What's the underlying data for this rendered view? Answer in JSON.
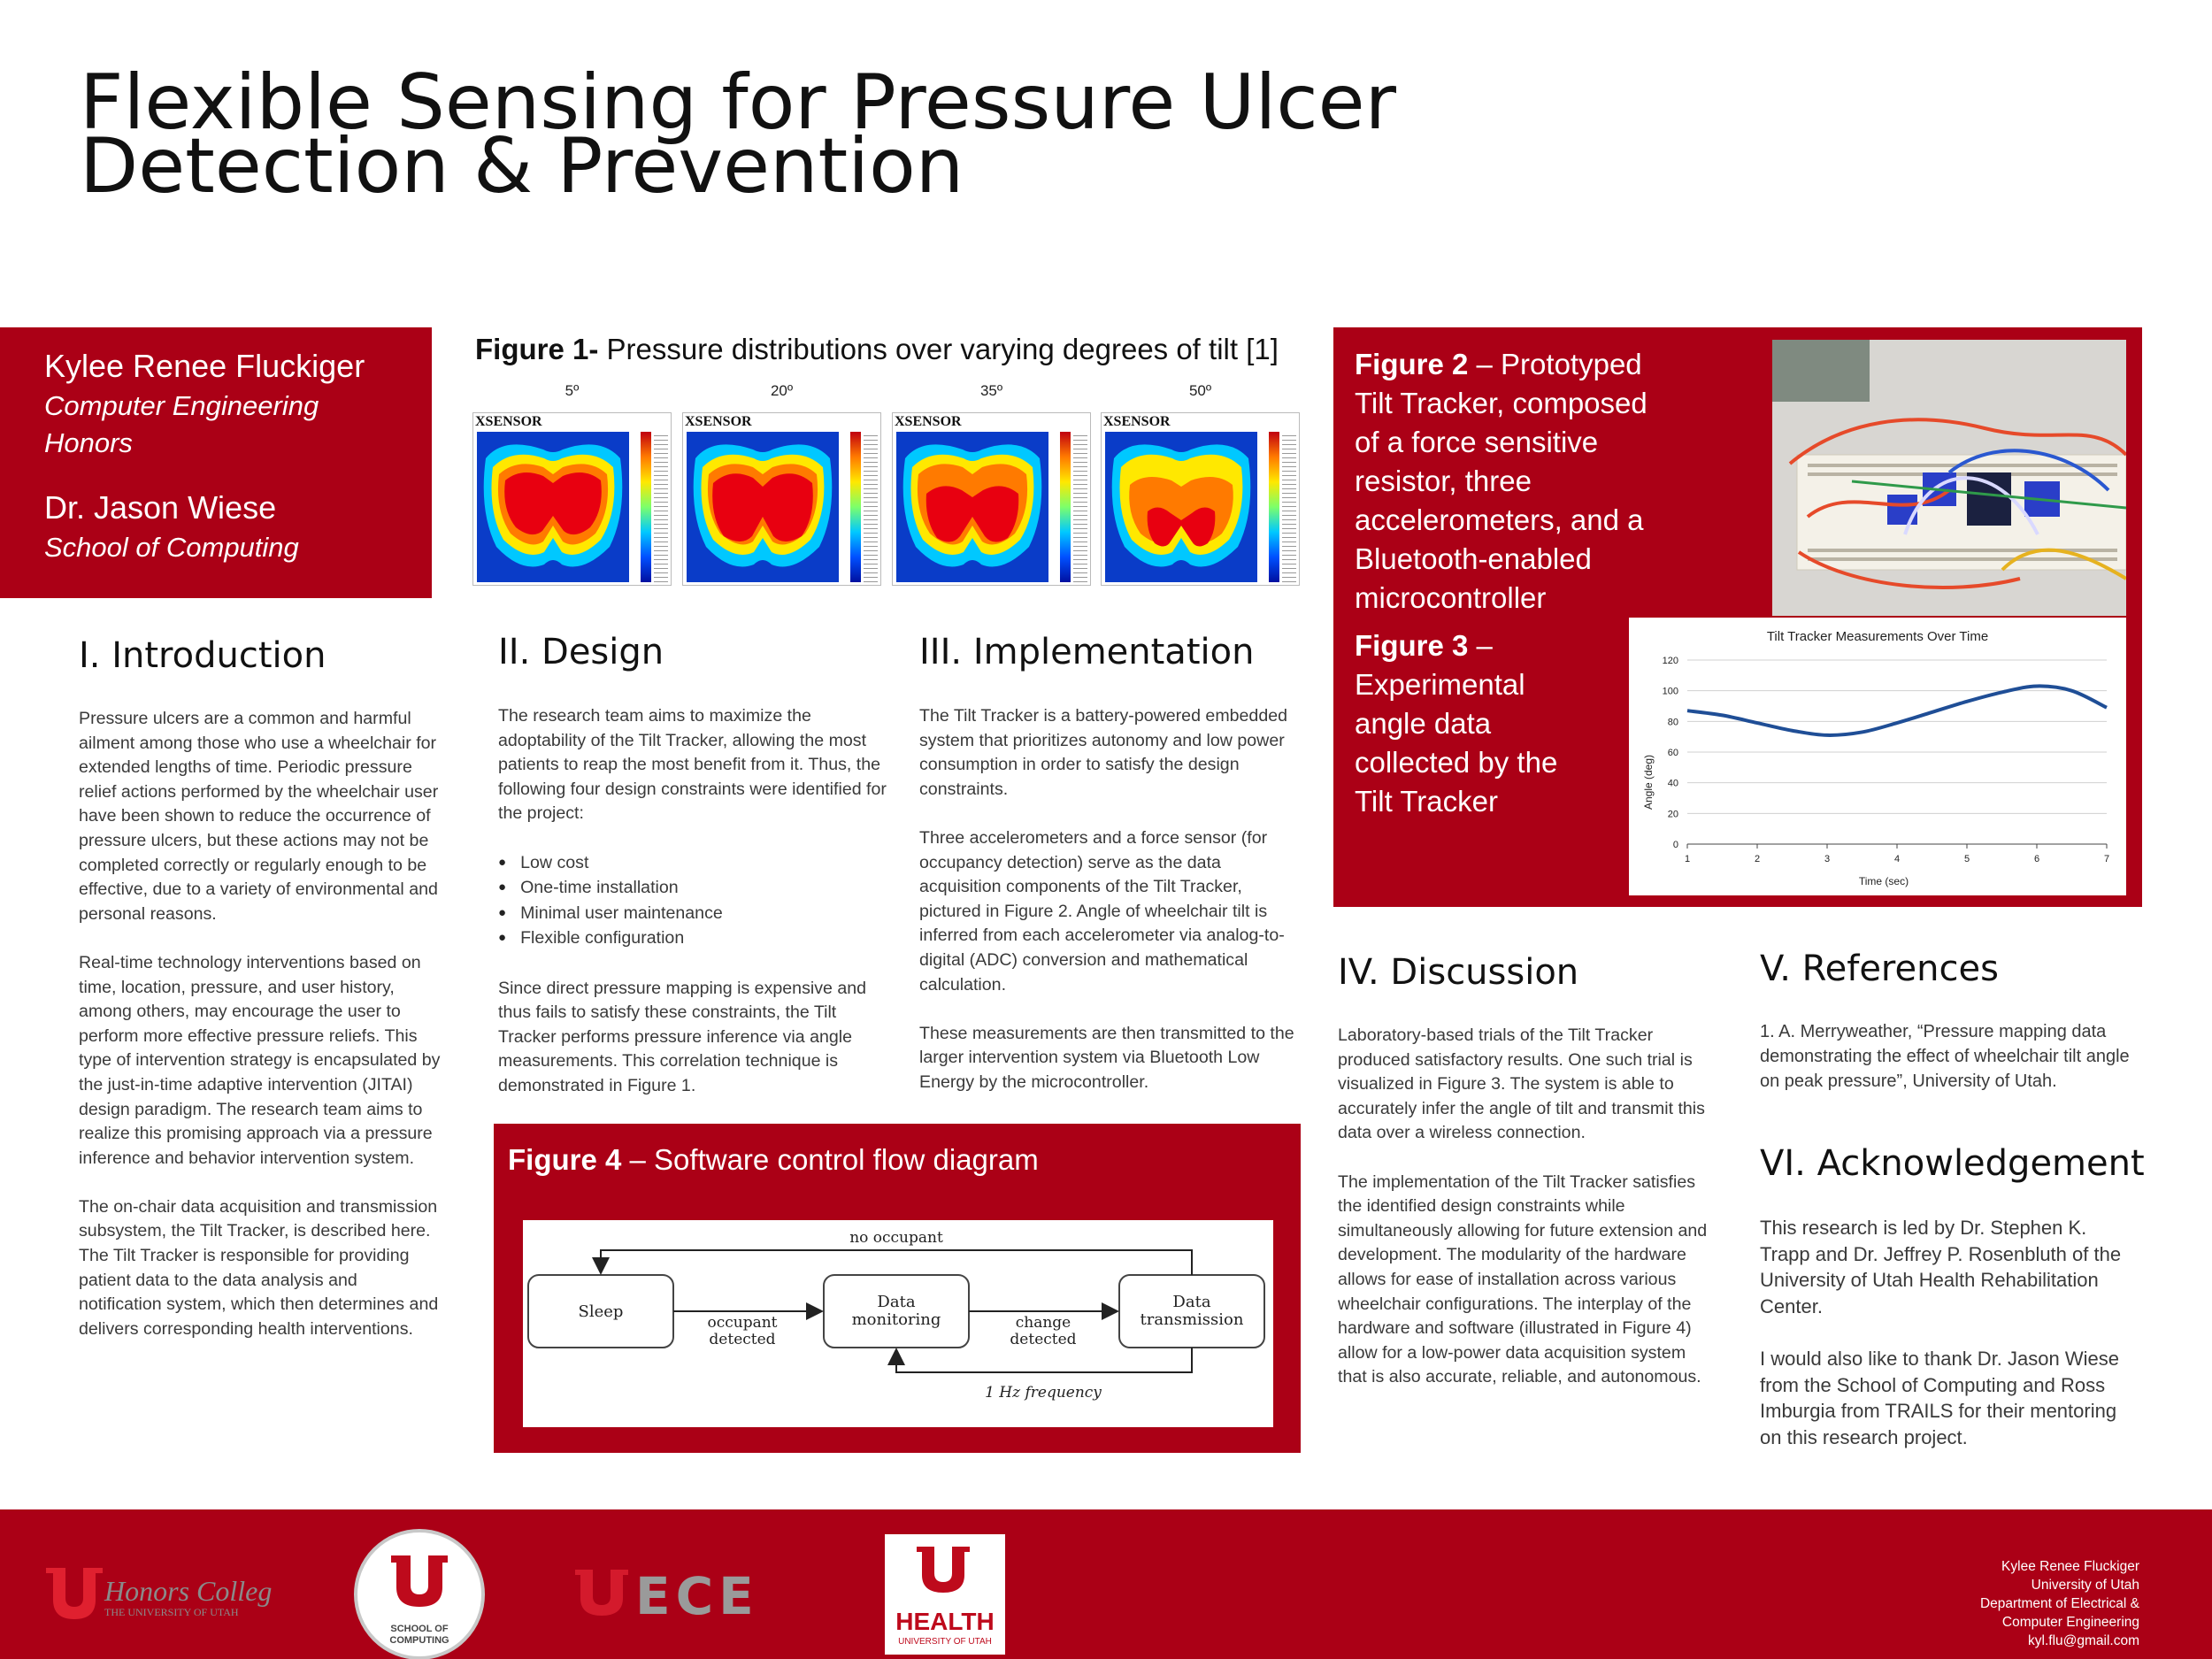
{
  "title": {
    "line1": "Flexible Sensing for Pressure Ulcer",
    "line2": "Detection & Prevention"
  },
  "authors": {
    "author1": "Kylee Renee Fluckiger",
    "author1_affil1": "Computer Engineering",
    "author1_affil2": "Honors",
    "author2": "Dr. Jason Wiese",
    "author2_affil": "School of Computing"
  },
  "figure1": {
    "label": "Figure 1-",
    "caption": " Pressure distributions over varying degrees of tilt [1]",
    "brand": "XSENSOR",
    "panels": [
      "5º",
      "20º",
      "35º",
      "50º"
    ]
  },
  "figure2": {
    "label": "Figure 2",
    "caption": " – Prototyped Tilt Tracker, composed of a force sensitive resistor, three accelerometers, and a Bluetooth-enabled microcontroller"
  },
  "figure3": {
    "label": "Figure 3",
    "caption": " – Experimental angle data collected by the Tilt Tracker"
  },
  "chart_data": {
    "type": "line",
    "title": "Tilt Tracker Measurements Over Time",
    "xlabel": "Time (sec)",
    "ylabel": "Angle (deg)",
    "xlim": [
      1,
      7
    ],
    "ylim": [
      0,
      120
    ],
    "xticks": [
      "1",
      "2",
      "3",
      "4",
      "5",
      "6",
      "7"
    ],
    "yticks": [
      "0",
      "20",
      "40",
      "60",
      "80",
      "100",
      "120"
    ],
    "grid": true,
    "color": "#1f4e96",
    "series": [
      {
        "x": [
          1,
          1.5,
          2,
          2.5,
          3,
          3.5,
          4,
          4.5,
          5,
          5.5,
          6,
          6.5,
          7
        ],
        "y": [
          87,
          84,
          79,
          74,
          71,
          73,
          79,
          86,
          93,
          99,
          103,
          100,
          89
        ]
      }
    ]
  },
  "intro": {
    "heading": "I. Introduction",
    "p1": "Pressure ulcers are a common and harmful ailment among those who use a wheelchair for extended lengths of time. Periodic pressure relief actions performed by the wheelchair user have been shown to reduce the occurrence  of pressure ulcers, but these actions may not be completed correctly or regularly enough to be effective, due to a variety of environmental and personal reasons.",
    "p2": "Real-time technology interventions based on time, location, pressure, and user history, among others, may encourage the user to perform more effective pressure reliefs. This type of intervention strategy is encapsulated by the just-in-time adaptive intervention (JITAI) design paradigm. The research team aims to realize this promising approach via a pressure inference and behavior intervention system.",
    "p3": "The on-chair data acquisition and transmission subsystem, the Tilt Tracker, is described here. The Tilt Tracker is responsible for providing patient data to the data analysis and notification system, which then determines and delivers corresponding health interventions."
  },
  "design": {
    "heading": "II. Design",
    "p1": "The research team aims to maximize the adoptability of the Tilt Tracker, allowing the most patients to reap the most benefit from it. Thus, the following four design constraints were identified for the project:",
    "items": [
      "Low cost",
      "One-time installation",
      "Minimal user maintenance",
      "Flexible configuration"
    ],
    "p2": "Since direct pressure mapping is expensive and thus fails to satisfy these constraints, the Tilt Tracker performs pressure inference via angle measurements. This correlation technique is demonstrated in Figure 1."
  },
  "implementation": {
    "heading": "III. Implementation",
    "p1": "The Tilt Tracker is a battery-powered embedded system that prioritizes autonomy and low power consumption in order to satisfy the design constraints.",
    "p2": "Three accelerometers and a force sensor (for occupancy detection) serve as the data acquisition components of the Tilt Tracker, pictured in Figure 2. Angle of wheelchair tilt is inferred from each accelerometer via analog-to-digital (ADC) conversion and mathematical calculation.",
    "p3": "These measurements are then transmitted to the larger intervention system via Bluetooth Low Energy by the microcontroller."
  },
  "figure4": {
    "label": "Figure 4",
    "caption": " – Software control flow diagram",
    "nodes": {
      "sleep": "Sleep",
      "monitor1": "Data",
      "monitor2": "monitoring",
      "trans1": "Data",
      "trans2": "transmission"
    },
    "edges": {
      "no_occupant": "no occupant",
      "occupant1": "occupant",
      "occupant2": "detected",
      "change1": "change",
      "change2": "detected",
      "freq": "1 Hz frequency"
    }
  },
  "discussion": {
    "heading": "IV. Discussion",
    "p1": "Laboratory-based trials of the Tilt Tracker produced satisfactory results. One such trial is visualized in Figure 3. The system is able to accurately infer the angle of tilt and transmit this data over a wireless connection.",
    "p2": "The implementation of the Tilt Tracker satisfies the identified design constraints while simultaneously allowing for  future extension and development. The modularity of the hardware allows for ease of installation across various wheelchair configurations. The interplay of the hardware and software (illustrated in Figure 4) allow for a low-power data acquisition system that is also accurate, reliable, and autonomous."
  },
  "references": {
    "heading": "V. References",
    "r1": "1. A. Merryweather, “Pressure mapping data demonstrating the effect of wheelchair tilt angle on peak pressure”, University of Utah."
  },
  "acknowledgement": {
    "heading": "VI. Acknowledgement",
    "p1": "This research is led by Dr. Stephen K. Trapp and Dr. Jeffrey P. Rosenbluth of the University of Utah Health Rehabilitation Center.",
    "p2": "I would also like to thank Dr. Jason Wiese from the School of Computing and Ross Imburgia from  TRAILS for their mentoring on this research project."
  },
  "footer": {
    "honors1": "Honors College",
    "honors2": "THE UNIVERSITY OF UTAH",
    "soc1": "SCHOOL OF",
    "soc2": "COMPUTING",
    "ece": "ECE",
    "health": "HEALTH",
    "health_sub": "UNIVERSITY OF UTAH",
    "contact": [
      "Kylee Renee Fluckiger",
      "University of Utah",
      "Department of Electrical &",
      "Computer Engineering",
      "kyl.flu@gmail.com"
    ]
  },
  "colors": {
    "brand_red": "#ab0016",
    "plot_line": "#1f4e96"
  }
}
